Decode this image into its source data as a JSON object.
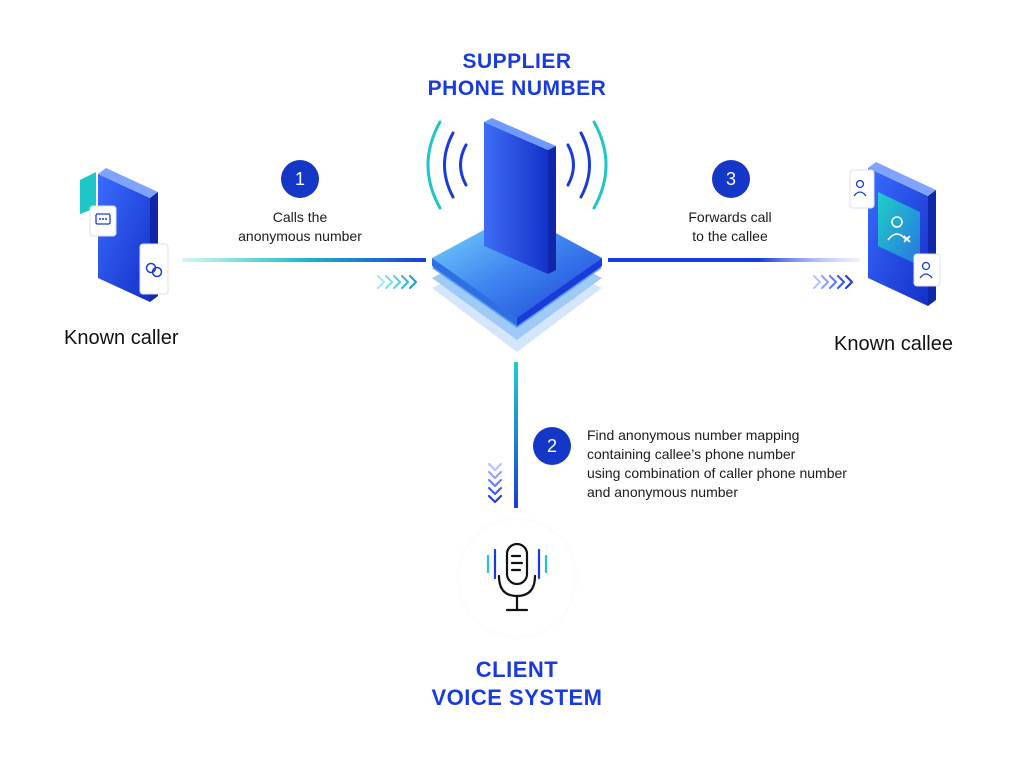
{
  "supplier": {
    "line1": "SUPPLIER",
    "line2": "PHONE NUMBER"
  },
  "client": {
    "line1": "CLIENT",
    "line2": "VOICE SYSTEM"
  },
  "caller": {
    "label": "Known caller"
  },
  "callee": {
    "label": "Known callee"
  },
  "steps": [
    {
      "number": "1",
      "lines": [
        "Calls the",
        "anonymous number"
      ]
    },
    {
      "number": "2",
      "lines": [
        "Find anonymous number mapping",
        "containing callee’s phone number",
        "using combination of caller phone number",
        "and anonymous number"
      ]
    },
    {
      "number": "3",
      "lines": [
        "Forwards call",
        "to the callee"
      ]
    }
  ],
  "colors": {
    "brand_blue": "#1a3bdb",
    "badge_blue": "#1437c8",
    "teal": "#1fc6c6"
  }
}
